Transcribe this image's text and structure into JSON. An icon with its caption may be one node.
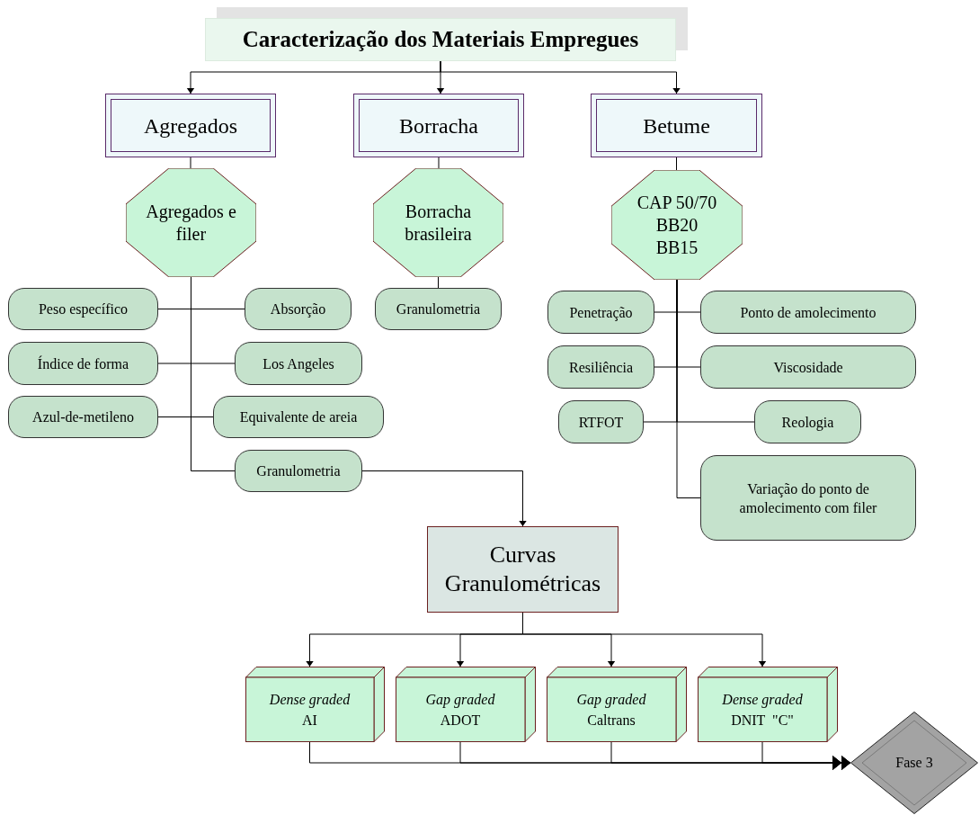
{
  "diagram": {
    "nodes": [
      {
        "text": [
          "Caracterização dos Materiais Empregues"
        ]
      },
      {
        "text": [
          "Agregados"
        ]
      },
      {
        "text": [
          "Borracha"
        ]
      },
      {
        "text": [
          "Betume"
        ]
      },
      {
        "text": [
          "Agregados e filer"
        ]
      },
      {
        "text": [
          "Borracha brasileira"
        ]
      },
      {
        "text": [
          "CAP 50/70",
          "BB20",
          "BB15"
        ]
      },
      {
        "text": [
          "Peso específico"
        ]
      },
      {
        "text": [
          "Absorção"
        ]
      },
      {
        "text": [
          "Índice de forma"
        ]
      },
      {
        "text": [
          "Los Angeles"
        ]
      },
      {
        "text": [
          "Azul-de-metileno"
        ]
      },
      {
        "text": [
          "Equivalente de areia"
        ]
      },
      {
        "text": [
          "Granulometria"
        ]
      },
      {
        "text": [
          "Granulometria"
        ]
      },
      {
        "text": [
          "Penetração"
        ]
      },
      {
        "text": [
          "Ponto de amolecimento"
        ]
      },
      {
        "text": [
          "Resiliência"
        ]
      },
      {
        "text": [
          "Viscosidade"
        ]
      },
      {
        "text": [
          "RTFOT"
        ]
      },
      {
        "text": [
          "Reologia"
        ]
      },
      {
        "text": [
          "Variação do ponto de amolecimento com filer"
        ]
      },
      {
        "text": [
          "Curvas Granulométricas"
        ]
      },
      {
        "text": [
          "Dense graded",
          "AI"
        ]
      },
      {
        "text": [
          "Gap graded",
          "ADOT"
        ]
      },
      {
        "text": [
          "Gap graded",
          "Caltrans"
        ]
      },
      {
        "text": [
          "Dense graded",
          "DNIT  \"C\""
        ]
      },
      {
        "text": [
          "Fase 3"
        ]
      }
    ],
    "edges": [
      {
        "from": 0,
        "to": 1,
        "arrow": "to"
      },
      {
        "from": 0,
        "to": 2,
        "arrow": "to"
      },
      {
        "from": 0,
        "to": 3,
        "arrow": "to"
      },
      {
        "from": 1,
        "to": 4,
        "arrow": "none"
      },
      {
        "from": 2,
        "to": 5,
        "arrow": "none"
      },
      {
        "from": 3,
        "to": 6,
        "arrow": "none"
      },
      {
        "from": 4,
        "to": 7,
        "arrow": "none"
      },
      {
        "from": 4,
        "to": 8,
        "arrow": "none"
      },
      {
        "from": 4,
        "to": 9,
        "arrow": "none"
      },
      {
        "from": 4,
        "to": 10,
        "arrow": "none"
      },
      {
        "from": 4,
        "to": 11,
        "arrow": "none"
      },
      {
        "from": 4,
        "to": 12,
        "arrow": "none"
      },
      {
        "from": 4,
        "to": 13,
        "arrow": "none"
      },
      {
        "from": 5,
        "to": 14,
        "arrow": "none"
      },
      {
        "from": 6,
        "to": 15,
        "arrow": "none"
      },
      {
        "from": 6,
        "to": 16,
        "arrow": "none"
      },
      {
        "from": 6,
        "to": 17,
        "arrow": "none"
      },
      {
        "from": 6,
        "to": 18,
        "arrow": "none"
      },
      {
        "from": 6,
        "to": 19,
        "arrow": "none"
      },
      {
        "from": 6,
        "to": 20,
        "arrow": "none"
      },
      {
        "from": 6,
        "to": 21,
        "arrow": "none"
      },
      {
        "from": 13,
        "to": 22,
        "arrow": "to"
      },
      {
        "from": 22,
        "to": 23,
        "arrow": "to"
      },
      {
        "from": 22,
        "to": 24,
        "arrow": "to"
      },
      {
        "from": 22,
        "to": 25,
        "arrow": "to"
      },
      {
        "from": 22,
        "to": 26,
        "arrow": "to"
      },
      {
        "from": 23,
        "to": 27,
        "arrow": "to"
      },
      {
        "from": 24,
        "to": 27,
        "arrow": "to"
      },
      {
        "from": 25,
        "to": 27,
        "arrow": "to"
      },
      {
        "from": 26,
        "to": 27,
        "arrow": "to"
      }
    ]
  }
}
